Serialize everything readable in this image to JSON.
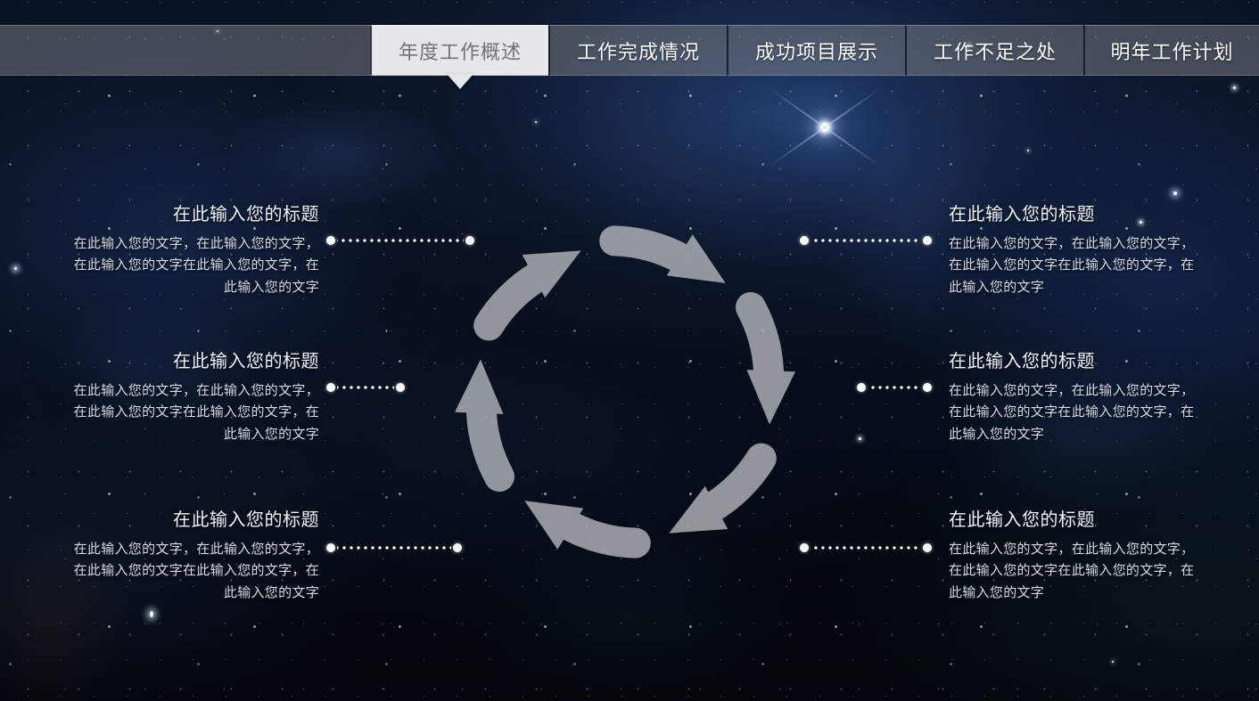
{
  "nav": {
    "tabs": [
      {
        "label": "年度工作概述",
        "active": true
      },
      {
        "label": "工作完成情况",
        "active": false
      },
      {
        "label": "成功项目展示",
        "active": false
      },
      {
        "label": "工作不足之处",
        "active": false
      },
      {
        "label": "明年工作计划",
        "active": false
      }
    ]
  },
  "diagram": {
    "type": "cycle-arrows",
    "arrow_count": 6,
    "direction": "clockwise",
    "arrow_color": "#b9bcc0",
    "arrow_opacity": 0.78
  },
  "items": {
    "left": [
      {
        "title": "在此输入您的标题",
        "body": "在此输入您的文字，在此输入您的文字，在此输入您的文字在此输入您的文字，在此输入您的文字"
      },
      {
        "title": "在此输入您的标题",
        "body": "在此输入您的文字，在此输入您的文字，在此输入您的文字在此输入您的文字，在此输入您的文字"
      },
      {
        "title": "在此输入您的标题",
        "body": "在此输入您的文字，在此输入您的文字，在此输入您的文字在此输入您的文字，在此输入您的文字"
      }
    ],
    "right": [
      {
        "title": "在此输入您的标题",
        "body": "在此输入您的文字，在此输入您的文字，在此输入您的文字在此输入您的文字，在此输入您的文字"
      },
      {
        "title": "在此输入您的标题",
        "body": "在此输入您的文字，在此输入您的文字，在此输入您的文字在此输入您的文字，在此输入您的文字"
      },
      {
        "title": "在此输入您的标题",
        "body": "在此输入您的文字，在此输入您的文字，在此输入您的文字在此输入您的文字，在此输入您的文字"
      }
    ]
  },
  "theme": {
    "background": "#08101f",
    "active_tab_bg": "#e6e7e9",
    "active_tab_text": "#6e7378",
    "tab_text": "#ffffff",
    "title_text": "#f2f5fb",
    "body_text": "#d7dde8",
    "connector_dot": "#ffffff"
  }
}
